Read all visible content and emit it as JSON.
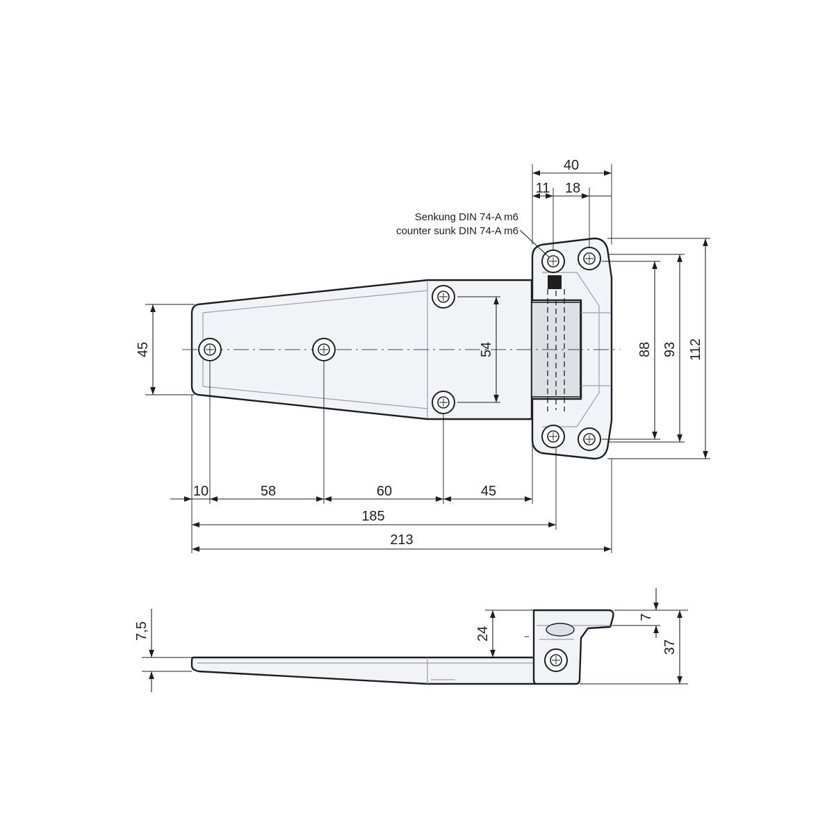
{
  "notes": {
    "line1": "Senkung DIN 74-A m6",
    "line2": "counter sunk DIN 74-A m6"
  },
  "dimensions": {
    "top_width": "40",
    "top_left": "11",
    "top_right": "18",
    "plate_height": "45",
    "hole_spacing_vertical": "54",
    "flange_inner": "88",
    "flange_mid": "93",
    "flange_total": "112",
    "seg_1": "10",
    "seg_2": "58",
    "seg_3": "60",
    "seg_4": "45",
    "length_holes": "185",
    "length_total": "213",
    "side_thickness": "7,5",
    "side_offset": "24",
    "side_top": "7",
    "side_height": "37"
  },
  "colors": {
    "line": "#1e1e1e",
    "fill": "#f1f3f6"
  }
}
